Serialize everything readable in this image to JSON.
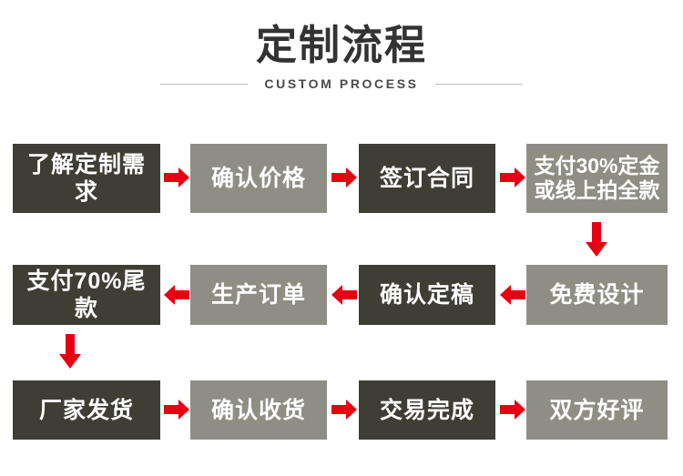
{
  "header": {
    "title": "定制流程",
    "subtitle": "CUSTOM PROCESS",
    "title_color": "#333333",
    "rule_color": "#bfbfbf"
  },
  "theme": {
    "dark_box_color": "#3f3e35",
    "gray_box_color": "#8e8e84",
    "arrow_color": "#e60012",
    "box_text_color": "#ffffff",
    "background": "#ffffff"
  },
  "flow": {
    "rows": [
      {
        "direction": "left-to-right",
        "steps": [
          {
            "label": "了解定制需求",
            "style": "dark",
            "lines": 1
          },
          {
            "label": "确认价格",
            "style": "gray",
            "lines": 1
          },
          {
            "label": "签订合同",
            "style": "dark",
            "lines": 1
          },
          {
            "label": "支付30%定金\n或线上拍全款",
            "style": "gray",
            "lines": 2
          }
        ]
      },
      {
        "direction": "right-to-left",
        "steps": [
          {
            "label": "支付70%尾款",
            "style": "dark",
            "lines": 1
          },
          {
            "label": "生产订单",
            "style": "gray",
            "lines": 1
          },
          {
            "label": "确认定稿",
            "style": "dark",
            "lines": 1
          },
          {
            "label": "免费设计",
            "style": "gray",
            "lines": 1
          }
        ]
      },
      {
        "direction": "left-to-right",
        "steps": [
          {
            "label": "厂家发货",
            "style": "dark",
            "lines": 1
          },
          {
            "label": "确认收货",
            "style": "gray",
            "lines": 1
          },
          {
            "label": "交易完成",
            "style": "dark",
            "lines": 1
          },
          {
            "label": "双方好评",
            "style": "gray",
            "lines": 1
          }
        ]
      }
    ],
    "connectors": {
      "row1_to_row2": "arrow-down-right-column",
      "row2_to_row3": "arrow-down-left-column"
    },
    "icons": {
      "arrow_right": "arrow-right-icon",
      "arrow_left": "arrow-left-icon",
      "arrow_down": "arrow-down-icon"
    }
  }
}
